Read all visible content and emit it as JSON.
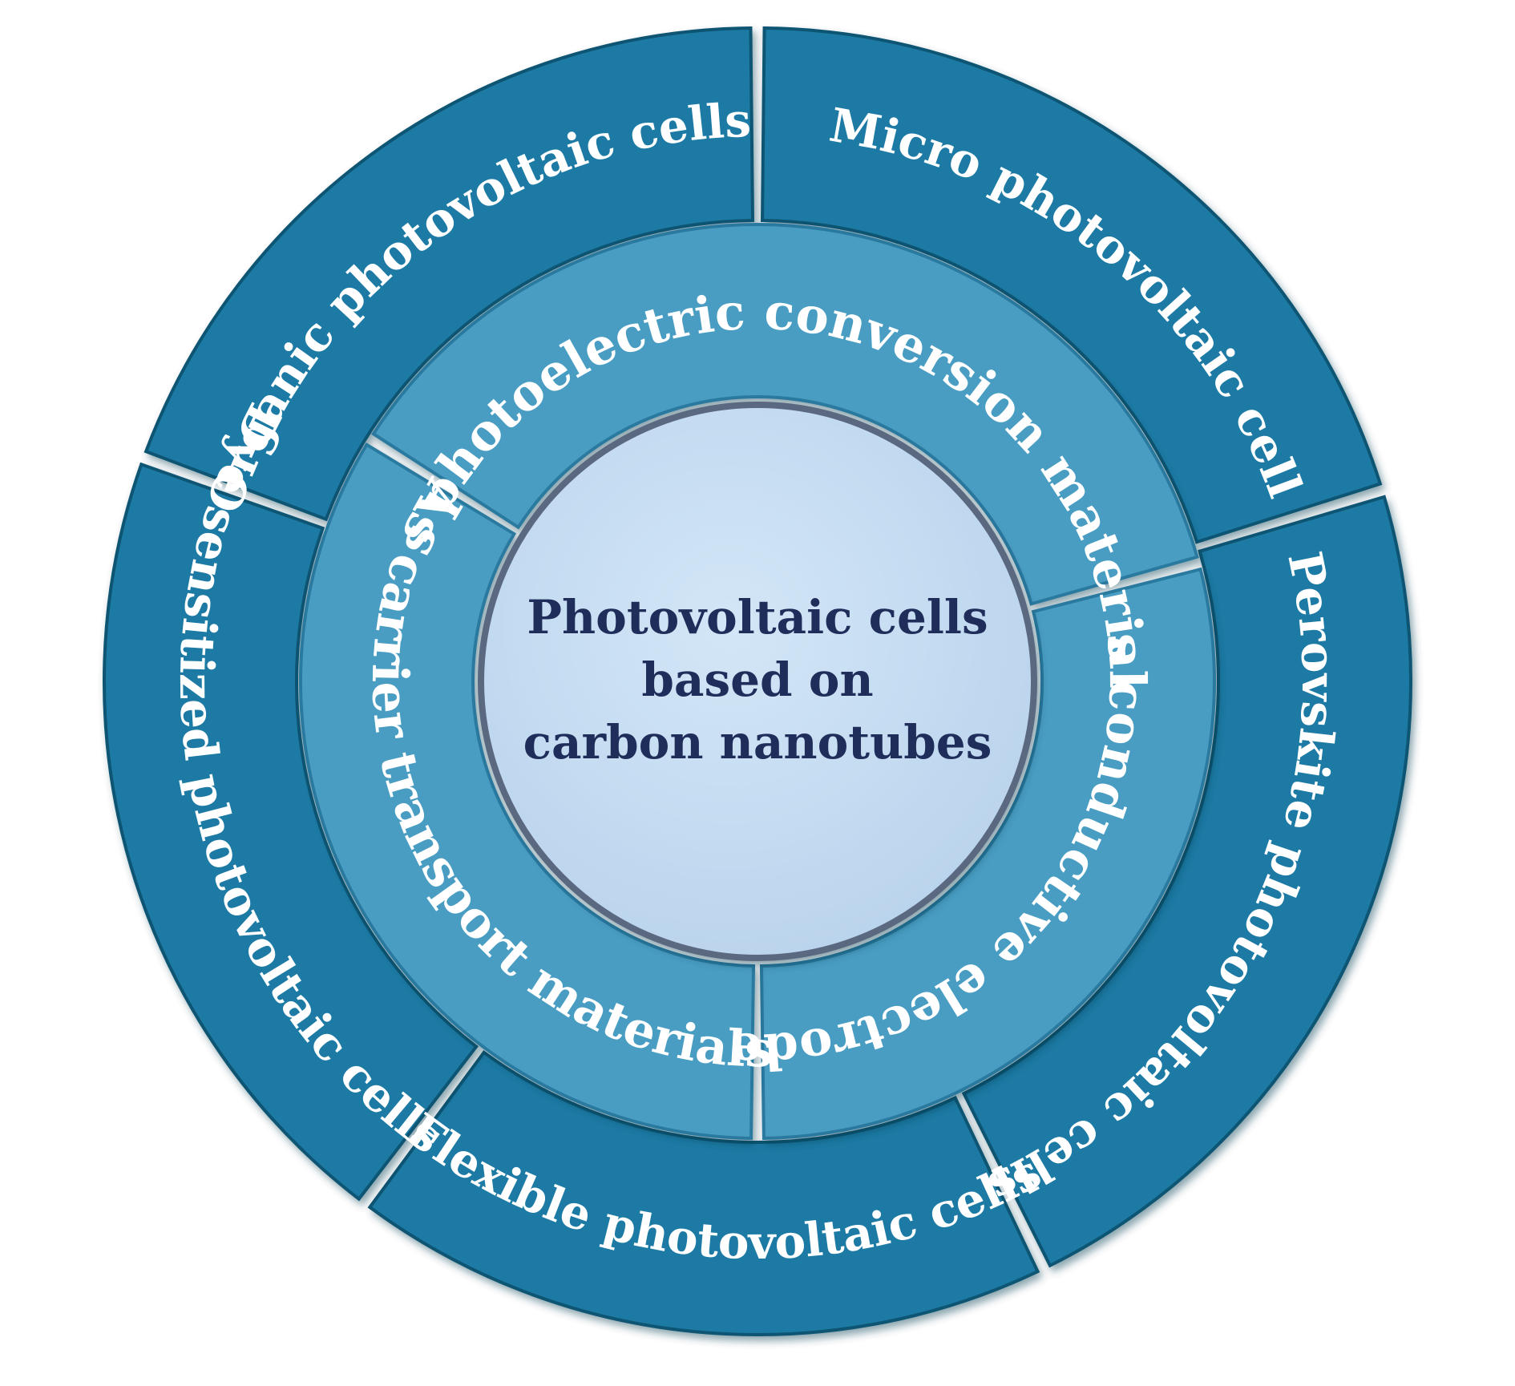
{
  "center": {
    "lines": [
      "Photovoltaic cells",
      "based on",
      "carbon nanotubes"
    ]
  },
  "inner_ring": [
    {
      "label": "As photoelectric conversion materials"
    },
    {
      "label": "As conductive electrodes"
    },
    {
      "label": "As carrier transport materials"
    }
  ],
  "outer_ring": [
    {
      "label": "Organic photovoltaic cells"
    },
    {
      "label": "Micro photovoltaic cell"
    },
    {
      "label": "Perovskite photovoltaic cells"
    },
    {
      "label": "Flexible photovoltaic cells"
    },
    {
      "label": "Dye sensitized photovoltaic cells"
    }
  ],
  "colors": {
    "outer_fill": "#1b7aa4",
    "outer_edge": "#0f5573",
    "inner_fill": "#4a9dc2",
    "inner_edge": "#2a7aa0",
    "center_fill": "#c6ddf2",
    "center_border": "#5a6880",
    "center_text": "#1f2d5a",
    "separator": "#ffffff"
  }
}
